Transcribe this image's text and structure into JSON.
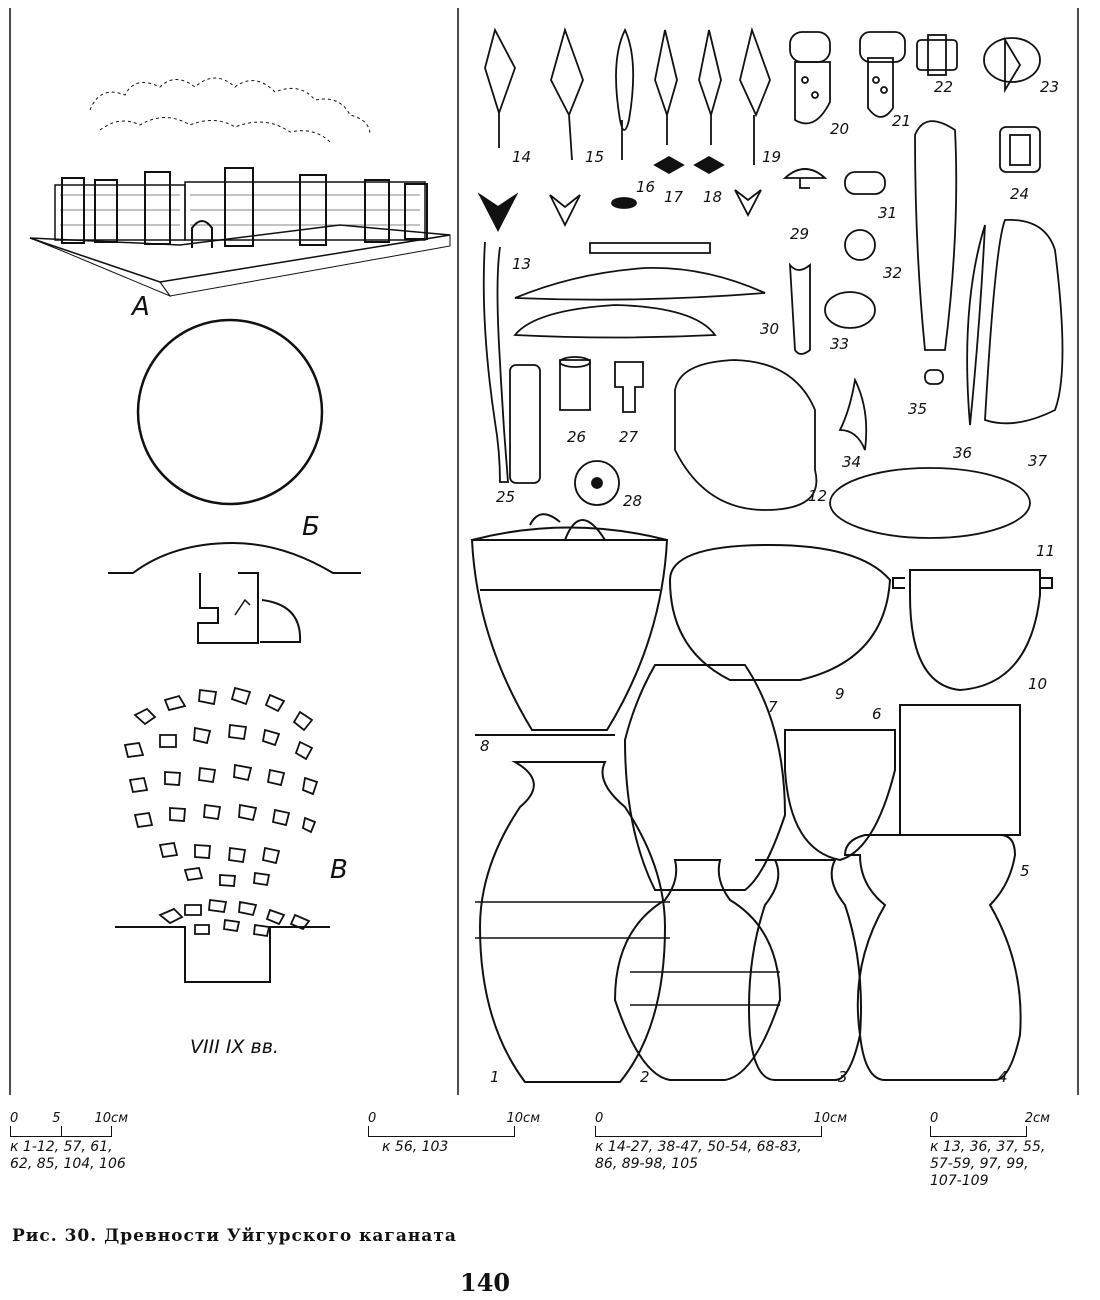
{
  "panel_labels": {
    "a": "А",
    "b": "Б",
    "v": "В"
  },
  "period": "VIII IX вв.",
  "object_numbers": [
    "1",
    "2",
    "3",
    "4",
    "5",
    "6",
    "7",
    "8",
    "9",
    "10",
    "11",
    "12",
    "13",
    "14",
    "15",
    "16",
    "17",
    "18",
    "19",
    "20",
    "21",
    "22",
    "23",
    "24",
    "25",
    "26",
    "27",
    "28",
    "29",
    "30",
    "31",
    "32",
    "33",
    "34",
    "35",
    "36",
    "37"
  ],
  "scales": [
    {
      "ticks": [
        "0",
        "5",
        "10см"
      ],
      "refs": [
        "к 1-12, 57, 61,",
        "62, 85, 104, 106"
      ]
    },
    {
      "ticks": [
        "0",
        "10см"
      ],
      "refs": [
        "к 56, 103"
      ]
    },
    {
      "ticks": [
        "0",
        "10см"
      ],
      "refs": [
        "к  14-27, 38-47, 50-54, 68-83,",
        "86, 89-98, 105"
      ]
    },
    {
      "ticks": [
        "0",
        "2см"
      ],
      "refs": [
        "к 13, 36, 37, 55,",
        "57-59, 97, 99,",
        "107-109"
      ]
    }
  ],
  "caption": "Рис. 30. Древности Уйгурского каганата",
  "page_number": "140"
}
